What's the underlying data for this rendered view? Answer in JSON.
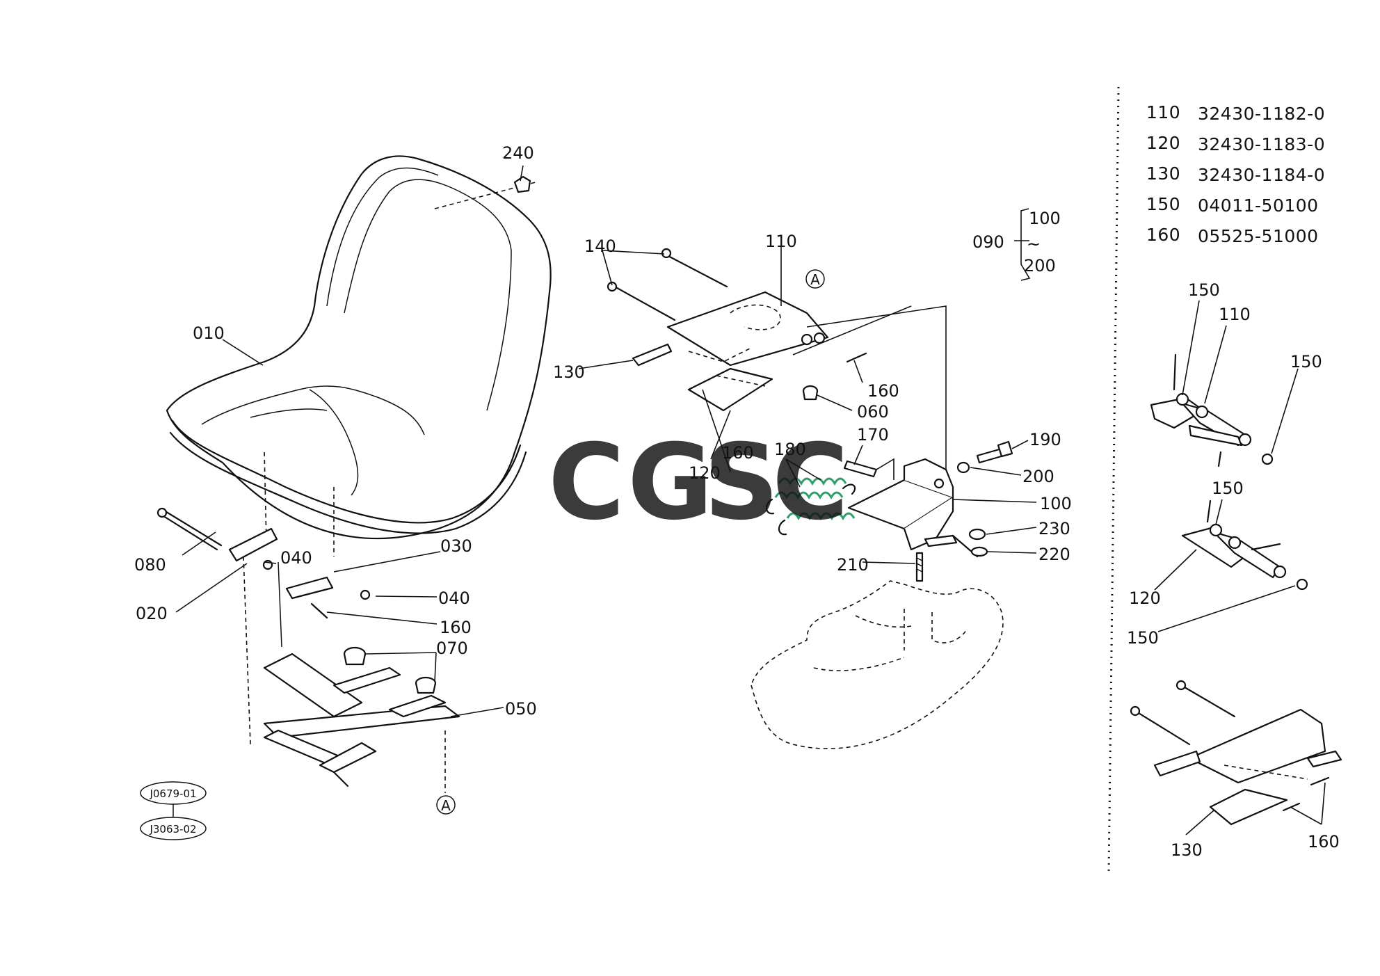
{
  "callouts": {
    "c010": "010",
    "c020": "020",
    "c030": "030",
    "c040a": "040",
    "c040b": "040",
    "c050": "050",
    "c060": "060",
    "c070": "070",
    "c080": "080",
    "c090": "090",
    "c100": "100",
    "c100r": "100",
    "c110": "110",
    "c120": "120",
    "c130": "130",
    "c140": "140",
    "c160a": "160",
    "c160b": "160",
    "c160c": "160",
    "c170": "170",
    "c180": "180",
    "c190": "190",
    "c200": "200",
    "c200r": "200",
    "c210": "210",
    "c220": "220",
    "c230": "230",
    "c240": "240",
    "range_tilde": "~",
    "ref_a_top": "A",
    "ref_a_bottom": "A"
  },
  "side_callouts": {
    "s150a": "150",
    "s110": "110",
    "s150b": "150",
    "s150c": "150",
    "s120": "120",
    "s150d": "150",
    "s130": "130",
    "s160": "160"
  },
  "parts_list": [
    {
      "ref": "110",
      "part_no": "32430-1182-0"
    },
    {
      "ref": "120",
      "part_no": "32430-1183-0"
    },
    {
      "ref": "130",
      "part_no": "32430-1184-0"
    },
    {
      "ref": "150",
      "part_no": "04011-50100"
    },
    {
      "ref": "160",
      "part_no": "05525-51000"
    }
  ],
  "serial_tags": [
    "J0679-01",
    "J3063-02"
  ],
  "watermark": {
    "letters": [
      "C",
      "G",
      "S",
      "C"
    ],
    "colors": [
      "#4f8ef2",
      "#ef6f68",
      "#f6cf4f",
      "#2f9e6c"
    ]
  }
}
